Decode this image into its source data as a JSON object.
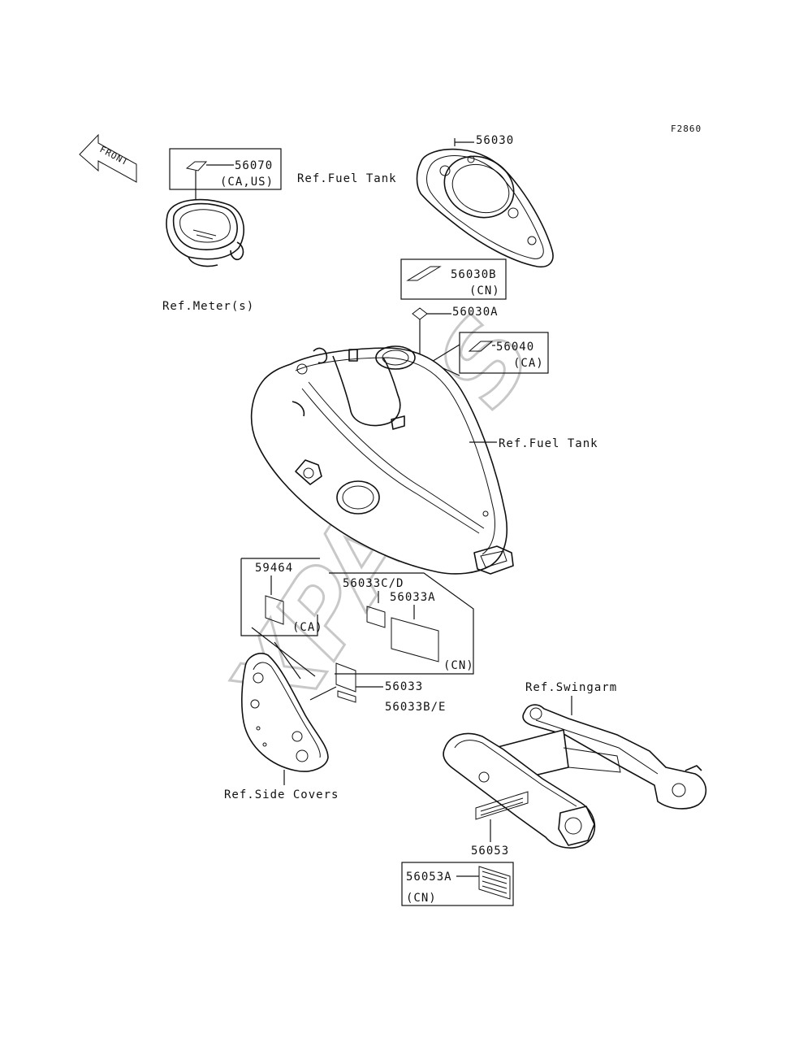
{
  "figure_code": "F2860",
  "watermark": "XPARTS",
  "front_arrow": {
    "text": "FRONT"
  },
  "labels": {
    "p56070": "56070",
    "p56070_note": "(CA,US)",
    "ref_meters": "Ref.Meter(s)",
    "p56030": "56030",
    "ref_fuel_tank_top": "Ref.Fuel Tank",
    "p56030B": "56030B",
    "p56030B_note": "(CN)",
    "p56030A": "56030A",
    "p56040": "56040",
    "p56040_note": "(CA)",
    "ref_fuel_tank": "Ref.Fuel Tank",
    "p59464": "59464",
    "p59464_note": "(CA)",
    "p56033CD": "56033C/D",
    "p56033A": "56033A",
    "p56033A_note": "(CN)",
    "p56033": "56033",
    "p56033BE": "56033B/E",
    "ref_side_covers": "Ref.Side Covers",
    "ref_swingarm": "Ref.Swingarm",
    "p56053": "56053",
    "p56053A": "56053A",
    "p56053A_note": "(CN)"
  }
}
